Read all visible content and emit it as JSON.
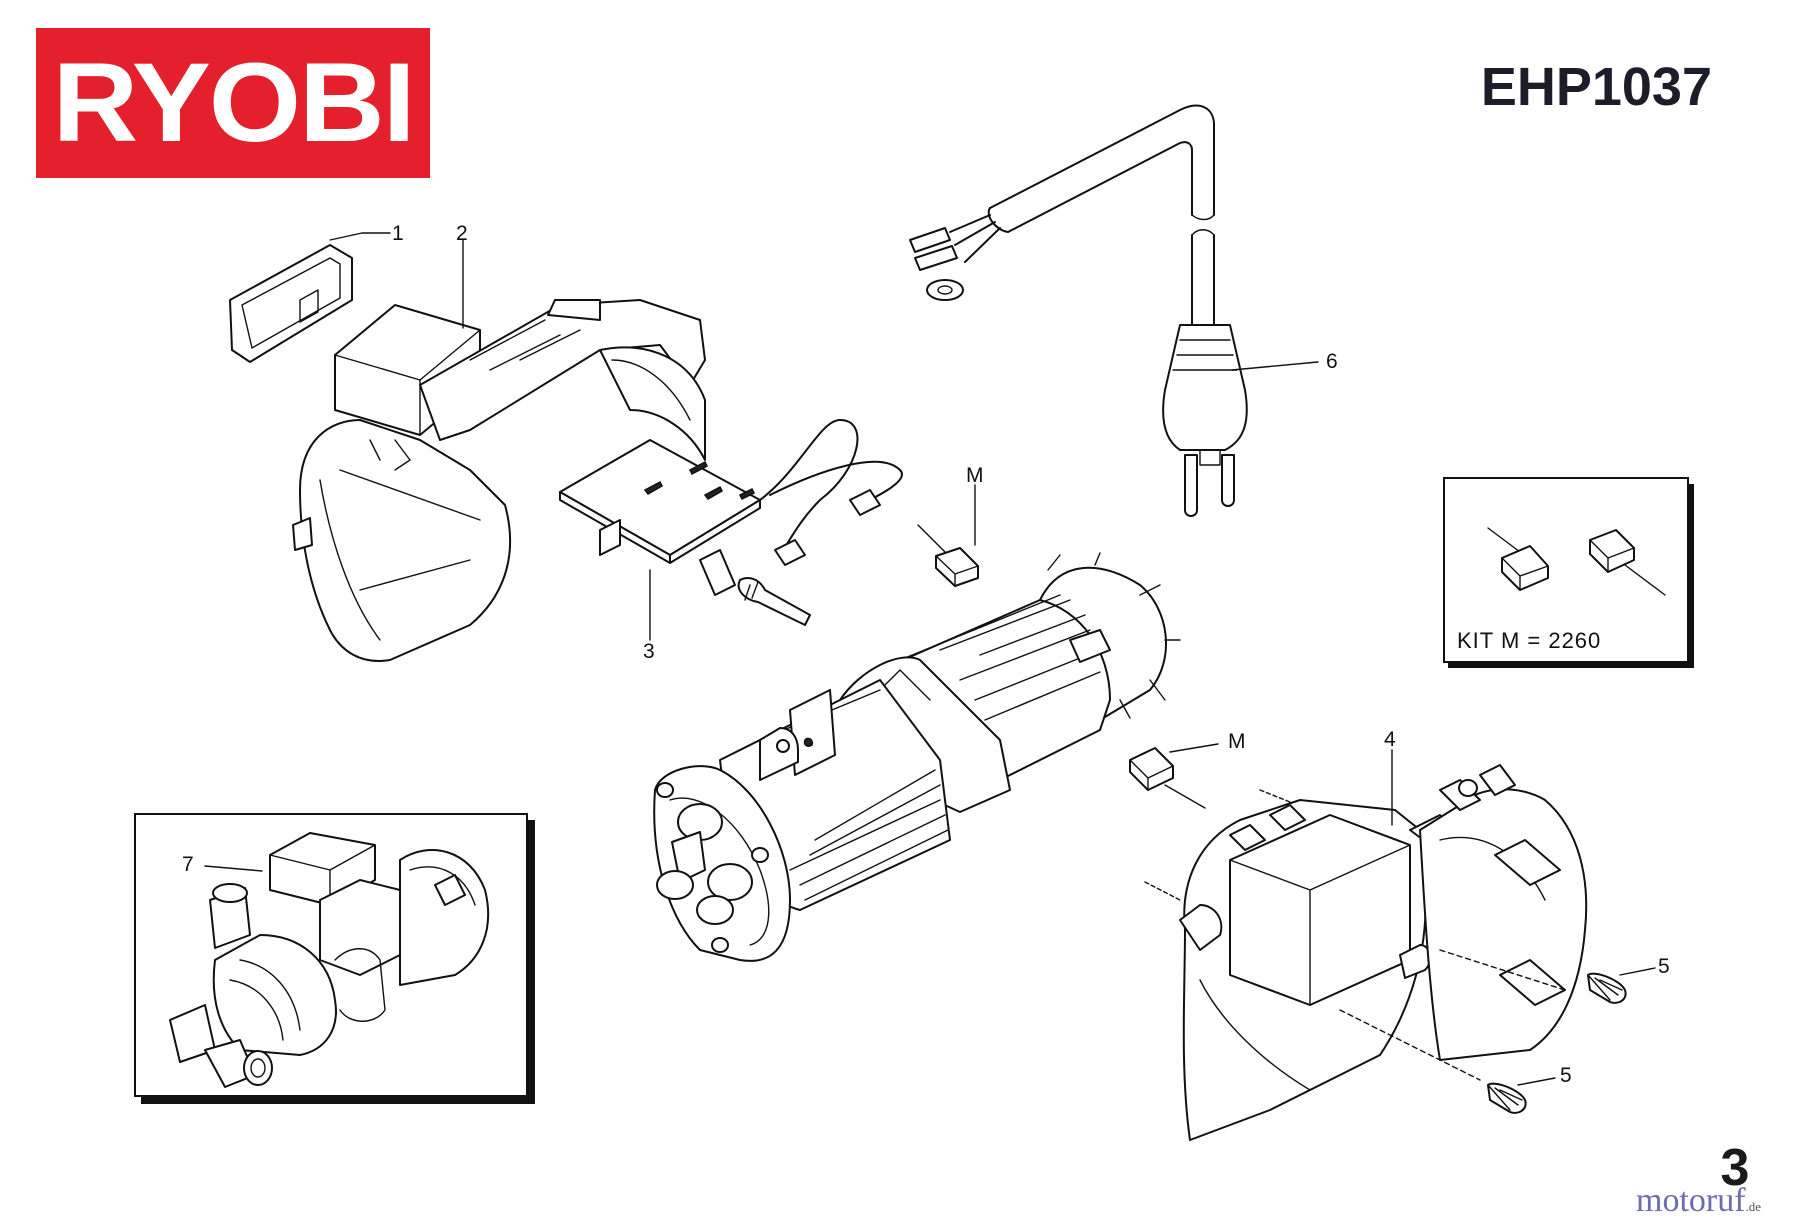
{
  "brand": {
    "logo_text": "RYOBI",
    "color": "#e4202d"
  },
  "header": {
    "model": "EHP1037"
  },
  "page": {
    "number": "3"
  },
  "callouts": {
    "c1": "1",
    "c2": "2",
    "c3": "3",
    "c4": "4",
    "c5a": "5",
    "c5b": "5",
    "c6": "6",
    "c7": "7",
    "m1": "M",
    "m2": "M"
  },
  "kit_box": {
    "label": "KIT M = 2260"
  },
  "watermark": {
    "text": "motoruf",
    "suffix": ".de"
  },
  "icons": [
    "power-cord-icon",
    "carbon-brush-icon",
    "motor-icon",
    "housing-icon",
    "circuit-board-icon",
    "screw-icon"
  ]
}
